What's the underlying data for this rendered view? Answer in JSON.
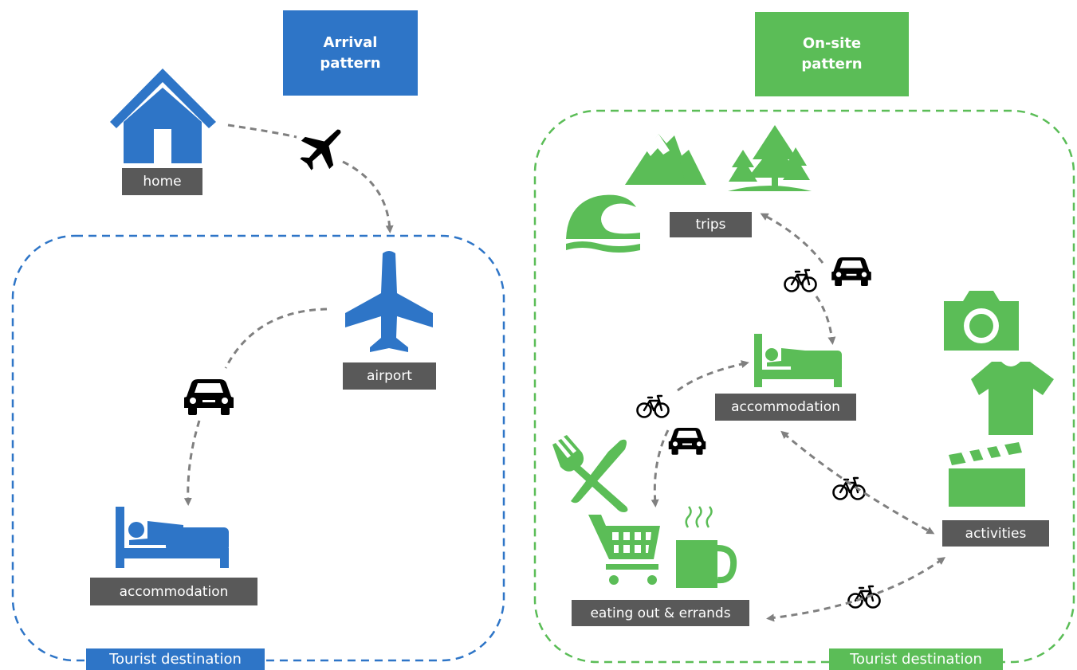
{
  "arrival": {
    "title_line1": "Arrival",
    "title_line2": "pattern",
    "color": "#2e75c7",
    "labels": {
      "home": "home",
      "airport": "airport",
      "accommodation": "accommodation"
    },
    "destination": "Tourist destination",
    "icons": [
      "house-icon",
      "airplane-icon",
      "bed-icon",
      "car-icon"
    ]
  },
  "onsite": {
    "title_line1": "On-site",
    "title_line2": "pattern",
    "color": "#5bbd57",
    "labels": {
      "trips": "trips",
      "accommodation": "accommodation",
      "activities": "activities",
      "eating": "eating out & errands"
    },
    "destination": "Tourist destination",
    "icons": [
      "mountain-icon",
      "trees-icon",
      "wave-icon",
      "bed-icon",
      "camera-icon",
      "tshirt-icon",
      "clapperboard-icon",
      "cutlery-icon",
      "cart-icon",
      "coffee-mug-icon",
      "bicycle-icon",
      "car-icon"
    ]
  },
  "colors": {
    "label_bg": "#595959",
    "arrow": "#808080"
  }
}
